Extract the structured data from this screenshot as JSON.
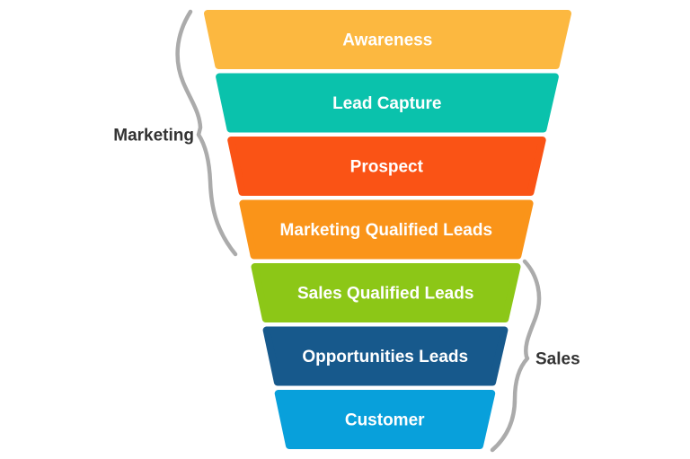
{
  "diagram": {
    "type": "funnel",
    "background_color": "#ffffff",
    "stage_label_text_color": "#ffffff",
    "group_label_text_color": "#333333",
    "brace_color": "#ababab",
    "stages": [
      {
        "label": "Awareness",
        "color": "#FCB840"
      },
      {
        "label": "Lead Capture",
        "color": "#0AC2AC"
      },
      {
        "label": "Prospect",
        "color": "#FA5315"
      },
      {
        "label": "Marketing Qualified Leads",
        "color": "#FA9419"
      },
      {
        "label": "Sales Qualified Leads",
        "color": "#8CC717"
      },
      {
        "label": "Opportunities Leads",
        "color": "#17598C"
      },
      {
        "label": "Customer",
        "color": "#08A0DB"
      }
    ],
    "groups": [
      {
        "label": "Marketing",
        "side": "left",
        "covers_stages": [
          "Awareness",
          "Lead Capture",
          "Prospect",
          "Marketing Qualified Leads"
        ]
      },
      {
        "label": "Sales",
        "side": "right",
        "covers_stages": [
          "Sales Qualified Leads",
          "Opportunities Leads",
          "Customer"
        ]
      }
    ]
  }
}
